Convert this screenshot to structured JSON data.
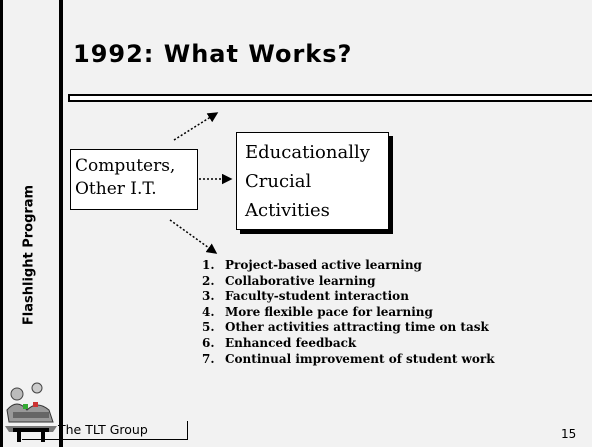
{
  "sidebar": {
    "label": "Flashlight Program"
  },
  "slide": {
    "title": "1992: What Works?",
    "box_computers": {
      "line1": "Computers,",
      "line2": "Other I.T."
    },
    "box_activities": {
      "line1": "Educationally",
      "line2": "Crucial",
      "line3": "Activities"
    },
    "items": [
      {
        "num": "1.",
        "text": "Project-based active learning"
      },
      {
        "num": "2.",
        "text": "Collaborative learning"
      },
      {
        "num": "3.",
        "text": "Faculty-student interaction"
      },
      {
        "num": "4.",
        "text": "More flexible pace for learning"
      },
      {
        "num": "5.",
        "text": "Other activities attracting time on task"
      },
      {
        "num": "6.",
        "text": "Enhanced feedback"
      },
      {
        "num": "7.",
        "text": "Continual improvement of student work"
      }
    ]
  },
  "footer": {
    "logo_text": "The TLT Group",
    "page_number": "15"
  }
}
